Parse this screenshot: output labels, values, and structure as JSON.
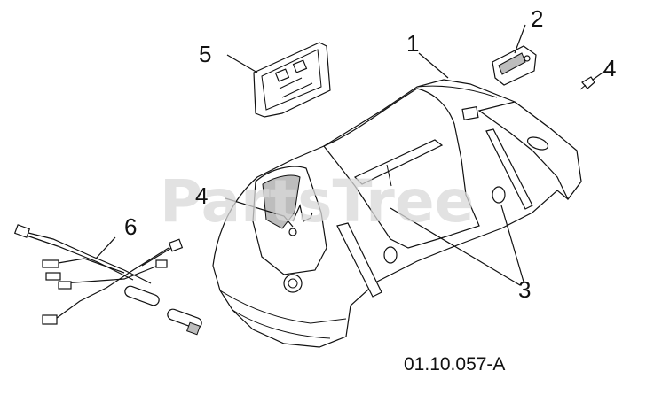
{
  "diagram": {
    "watermark": "PartsTree",
    "part_number": "01.10.057-A",
    "callouts": [
      "1",
      "2",
      "3",
      "4",
      "4",
      "5",
      "6"
    ],
    "colors": {
      "line": "#111111",
      "shade": "#bdbdbd",
      "watermark": "#d9d9d9",
      "background": "#ffffff"
    }
  }
}
